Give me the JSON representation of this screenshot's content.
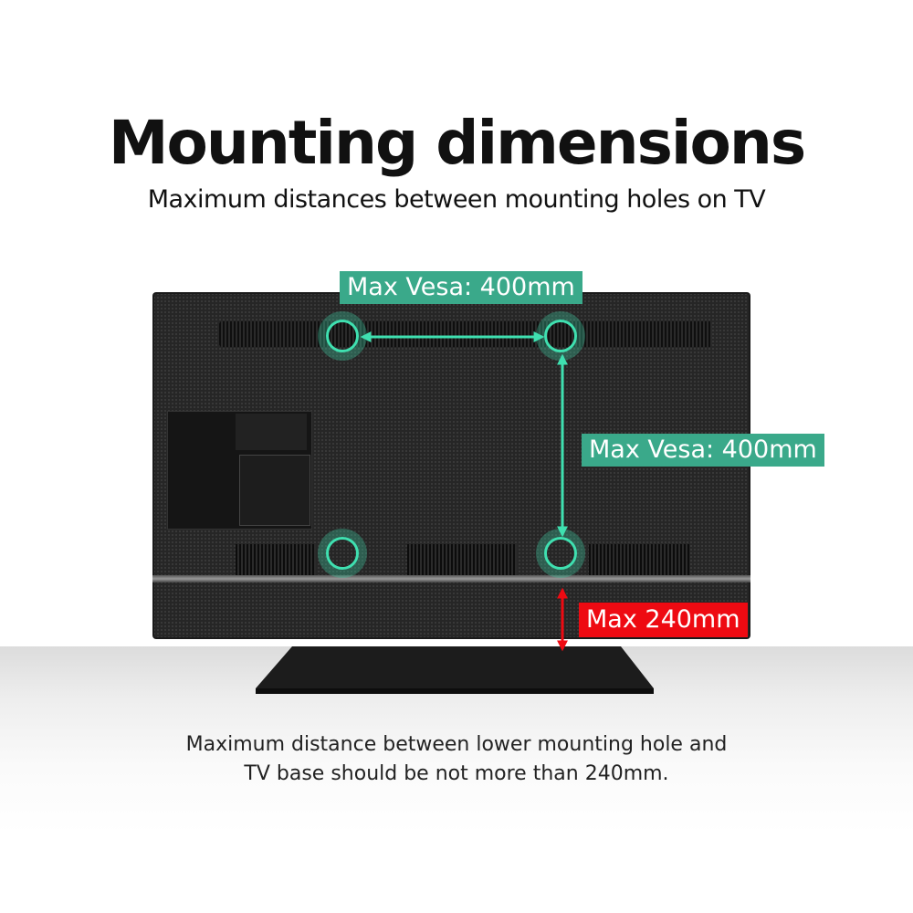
{
  "header": {
    "title": "Mounting dimensions",
    "subtitle": "Maximum distances between mounting holes on TV"
  },
  "annotations": {
    "horizontal_label": "Max Vesa: 400mm",
    "vertical_label": "Max Vesa: 400mm",
    "base_label": "Max 240mm"
  },
  "caption": {
    "line1": "Maximum distance between lower mounting hole and",
    "line2": "TV base should be not more than 240mm."
  },
  "colors": {
    "accent_green": "#3aa98a",
    "highlight_teal": "#3fe0b0",
    "alert_red": "#ee0a12"
  }
}
